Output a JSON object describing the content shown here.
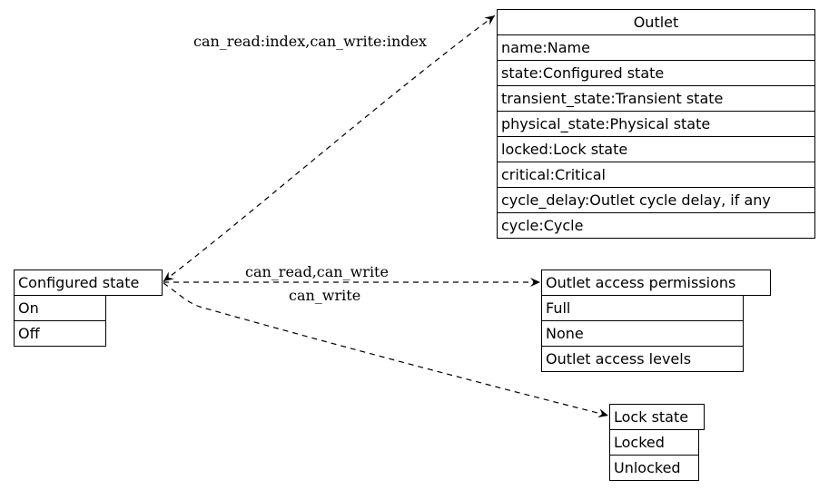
{
  "nodes": {
    "outlet": {
      "title": "Outlet",
      "rows": [
        "name:Name",
        "state:Configured state",
        "transient_state:Transient state",
        "physical_state:Physical state",
        "locked:Lock state",
        "critical:Critical",
        "cycle_delay:Outlet cycle delay, if any",
        "cycle:Cycle"
      ]
    },
    "configured_state": {
      "title": "Configured state",
      "rows": [
        "On",
        "Off"
      ]
    },
    "permissions": {
      "title": "Outlet access permissions",
      "rows": [
        "Full",
        "None",
        "Outlet access levels"
      ]
    },
    "lock_state": {
      "title": "Lock state",
      "rows": [
        "Locked",
        "Unlocked"
      ]
    }
  },
  "edges": {
    "to_outlet": "can_read:index,can_write:index",
    "to_permissions": "can_read,can_write",
    "to_lock_state": "can_write"
  }
}
